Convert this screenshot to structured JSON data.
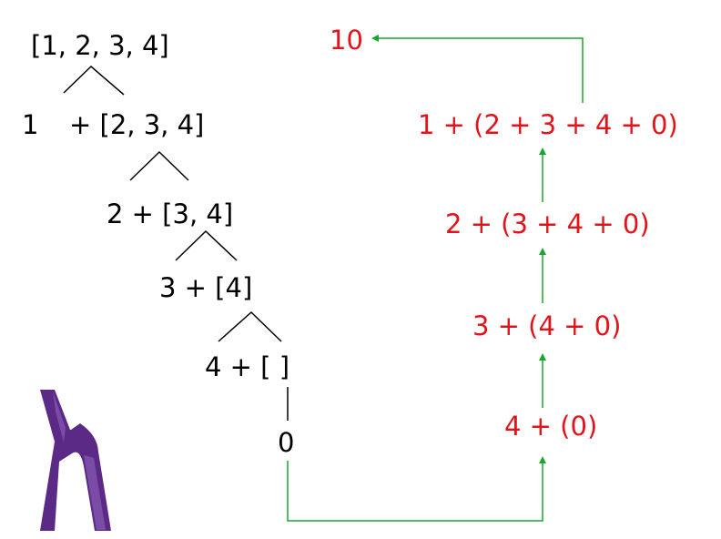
{
  "colors": {
    "left_text": "#000000",
    "right_text": "#e3131c",
    "arrow": "#1aa52e",
    "tree_line": "#000000",
    "logo": "#5b2a86"
  },
  "left_tree": {
    "level0": "[1, 2, 3, 4]",
    "level1_head": "1",
    "level1_rest": "+  [2, 3, 4]",
    "level2": "2  + [3, 4]",
    "level3": "3  +  [4]",
    "level4": "4  + [ ]",
    "base": "0"
  },
  "right_chain": {
    "result": "10",
    "step1": "1 +   (2 + 3 + 4 + 0)",
    "step2": "2 + (3 + 4 + 0)",
    "step3": "3 + (4 + 0)",
    "step4": "4 + (0)"
  },
  "logo_icon": "haskell-h-logo"
}
